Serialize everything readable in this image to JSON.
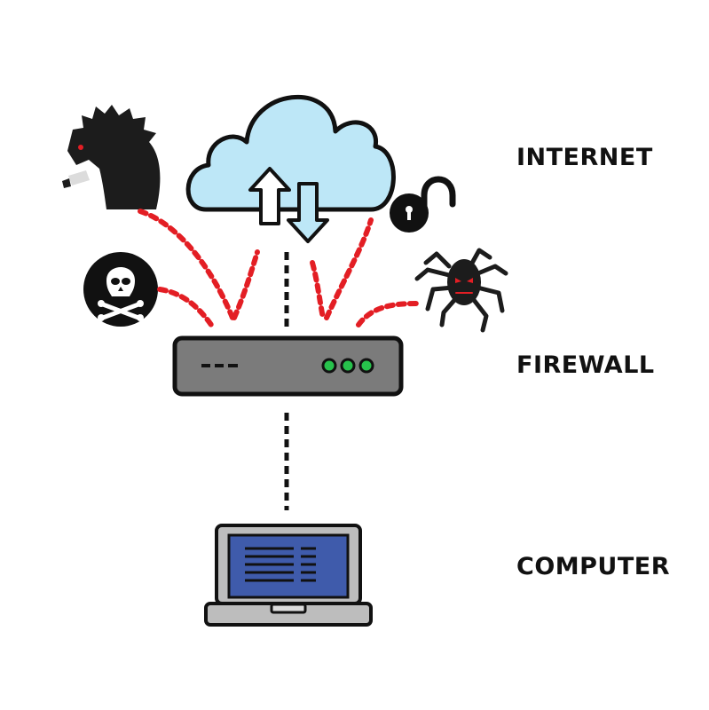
{
  "labels": {
    "internet": "INTERNET",
    "firewall": "FIREWALL",
    "computer": "COMPUTER"
  },
  "colors": {
    "cloud_fill": "#bde7f7",
    "threat_link": "#e31e24",
    "trusted_link": "#111111",
    "firewall_body": "#7b7b7b",
    "firewall_led": "#27c24c",
    "laptop_screen": "#3f5bab",
    "laptop_body": "#bdbdbd",
    "spider_eyes": "#e31e24"
  },
  "icons": {
    "cloud": "cloud-icon",
    "trojan_horse": "trojan-horse-icon",
    "skull": "skull-crossbones-icon",
    "unlocked_padlock": "unlocked-padlock-icon",
    "spider": "spider-bug-icon",
    "firewall": "firewall-appliance-icon",
    "laptop": "laptop-icon"
  }
}
